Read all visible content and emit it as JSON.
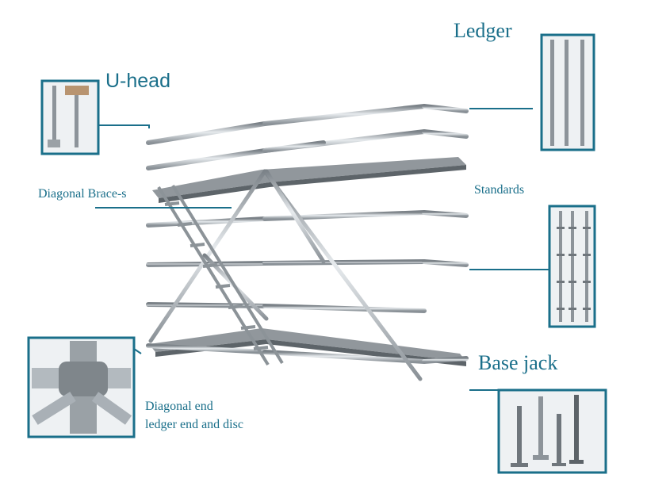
{
  "labels": {
    "ledger": "Ledger",
    "u_head": "U-head",
    "diagonal_brace": "Diagonal Brace-s",
    "standards": "Standards",
    "base_jack": "Base jack",
    "diagonal_end_line1": "Diagonal end",
    "diagonal_end_line2": "ledger end and disc"
  },
  "colors": {
    "accent": "#1a6f8a",
    "steel": "#a9b0b6",
    "steel_dark": "#6f767c",
    "deck": "#8d949a"
  }
}
